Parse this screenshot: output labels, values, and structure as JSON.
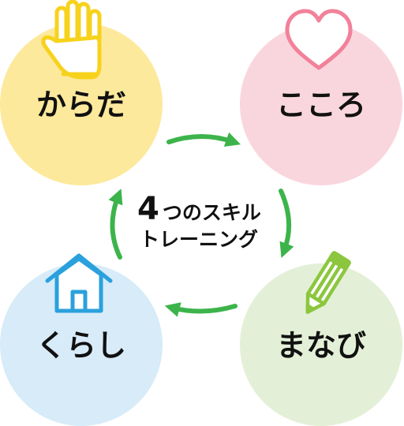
{
  "diagram": {
    "center": {
      "number": "4",
      "line1_rest": "つのスキル",
      "line2": "トレーニング"
    },
    "nodes": [
      {
        "label": "からだ",
        "fill": "#fde99c",
        "icon": "hand-icon",
        "icon_color": "#f7d21c"
      },
      {
        "label": "こころ",
        "fill": "#f9d6dd",
        "icon": "heart-icon",
        "icon_color": "#f2819a"
      },
      {
        "label": "まなび",
        "fill": "#e3f0d7",
        "icon": "pencil-icon",
        "icon_color": "#8cc63e"
      },
      {
        "label": "くらし",
        "fill": "#d7ebf8",
        "icon": "house-icon",
        "icon_color": "#2aa1dd"
      }
    ],
    "arrow_color": "#3cb44b"
  }
}
